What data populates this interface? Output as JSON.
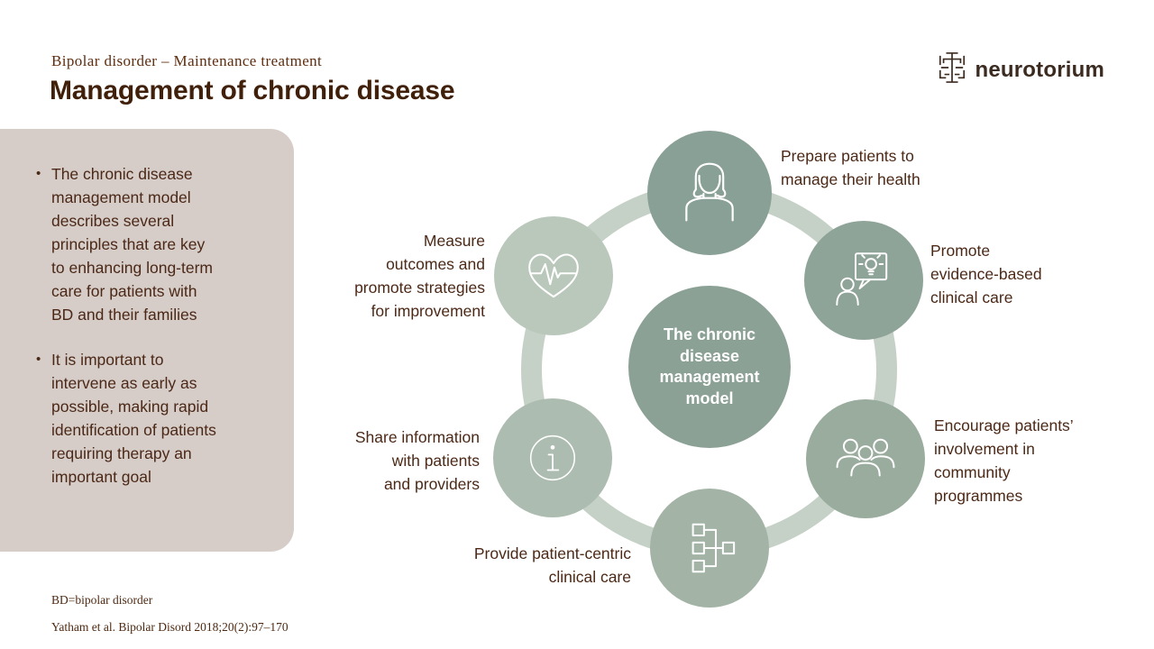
{
  "header": {
    "eyebrow": "Bipolar disorder – Maintenance treatment",
    "title": "Management of chronic disease",
    "logo_text": "neurotorium"
  },
  "sidebar": {
    "bullets": [
      "The chronic disease\nmanagement model\ndescribes several\nprinciples that are key\nto enhancing long-term\ncare for patients with\nBD and their families",
      "It is important to\nintervene as early as\npossible, making rapid\nidentification of patients\nrequiring therapy an\nimportant goal"
    ]
  },
  "diagram": {
    "center_label": "The chronic\ndisease\nmanagement\nmodel",
    "colors": {
      "ring": "#c5d1c7",
      "center": "#8ba195"
    },
    "nodes": [
      {
        "icon": "woman-icon",
        "color": "#88a095",
        "label": "Prepare patients to\nmanage their health"
      },
      {
        "icon": "idea-speech-icon",
        "color": "#8fa498",
        "label": "Promote\nevidence-based\nclinical care"
      },
      {
        "icon": "people-group-icon",
        "color": "#99ac9e",
        "label": "Encourage patients’\ninvolvement in\ncommunity\nprogrammes"
      },
      {
        "icon": "flowchart-icon",
        "color": "#a3b4a7",
        "label": "Provide patient-centric\nclinical care"
      },
      {
        "icon": "info-icon",
        "color": "#adbcb0",
        "label": "Share information\nwith patients\nand providers"
      },
      {
        "icon": "heart-pulse-icon",
        "color": "#bac8bc",
        "label": "Measure\noutcomes and\npromote strategies\nfor improvement"
      }
    ]
  },
  "footer": {
    "abbreviation": "BD=bipolar disorder",
    "reference": "Yatham et al. Bipolar Disord 2018;20(2):97–170"
  }
}
